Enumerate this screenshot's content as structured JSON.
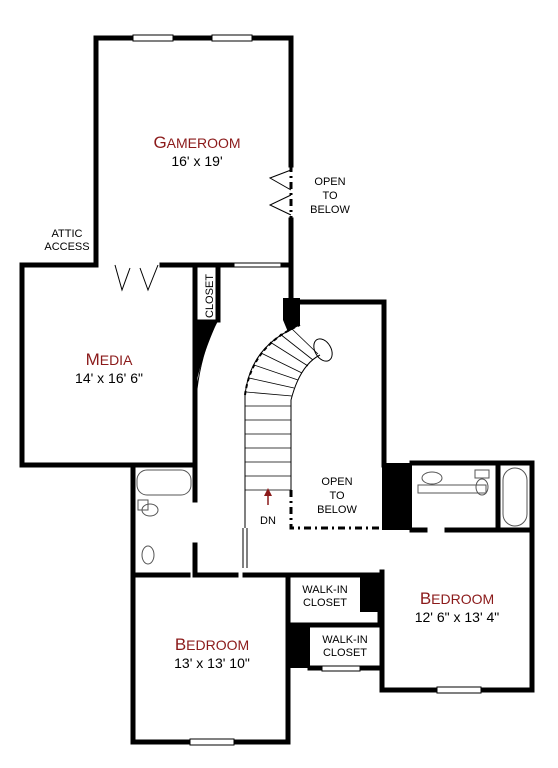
{
  "rooms": {
    "gameroom": {
      "name_first": "G",
      "name_rest": "AMEROOM",
      "dims": "16' x 19'"
    },
    "media": {
      "name_first": "M",
      "name_rest": "EDIA",
      "dims": "14' x 16' 6\""
    },
    "bedroom_right": {
      "name_first": "B",
      "name_rest": "EDROOM",
      "dims": "12' 6\" x 13' 4\""
    },
    "bedroom_left": {
      "name_first": "B",
      "name_rest": "EDROOM",
      "dims": "13' x 13' 10\""
    }
  },
  "labels": {
    "open_below_1": [
      "OPEN",
      "TO",
      "BELOW"
    ],
    "open_below_2": [
      "OPEN",
      "TO",
      "BELOW"
    ],
    "attic": [
      "ATTIC",
      "ACCESS"
    ],
    "closet": "CLOSET",
    "walkin_1": [
      "WALK-IN",
      "CLOSET"
    ],
    "walkin_2": [
      "WALK-IN",
      "CLOSET"
    ],
    "stairs_dir": "DN"
  },
  "colors": {
    "room_name": "#8b1a1a",
    "wall": "#000000",
    "arrow": "#8b1a1a"
  }
}
